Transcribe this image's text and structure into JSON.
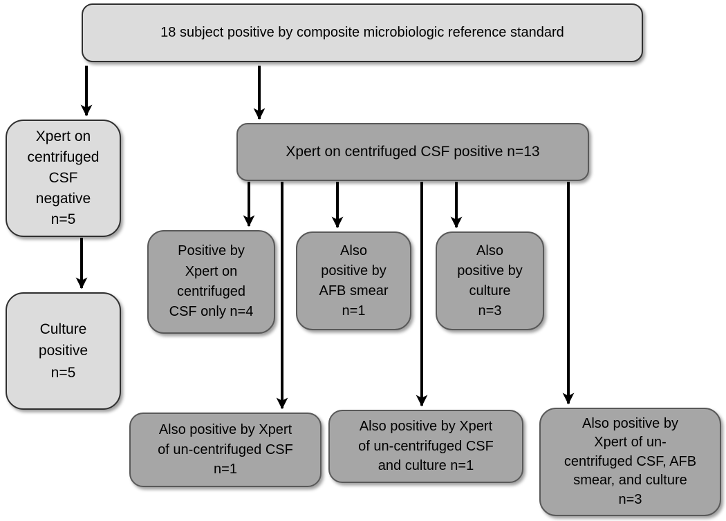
{
  "colors": {
    "background": "#ffffff",
    "light_box_fill": "#dcdcdc",
    "dark_box_fill": "#a6a6a6",
    "light_box_border": "#2f2f2f",
    "dark_box_border": "#595959",
    "arrow": "#000000",
    "text": "#000000"
  },
  "diagram": {
    "type": "flowchart",
    "nodes": [
      {
        "id": "root",
        "tone": "light",
        "label": "18 subject positive by composite microbiologic reference standard"
      },
      {
        "id": "xpert-centrifuged-negative",
        "tone": "light",
        "label": "Xpert on\ncentrifuged\nCSF\nnegative\nn=5"
      },
      {
        "id": "culture-positive",
        "tone": "light",
        "label": "Culture\npositive\nn=5"
      },
      {
        "id": "xpert-centrifuged-positive",
        "tone": "dark",
        "label": "Xpert on centrifuged CSF positive n=13"
      },
      {
        "id": "positive-xpert-centrifuged-only",
        "tone": "dark",
        "label": "Positive by\nXpert on\ncentrifuged\nCSF only n=4"
      },
      {
        "id": "also-positive-afb-smear",
        "tone": "dark",
        "label": "Also\npositive by\nAFB smear\nn=1"
      },
      {
        "id": "also-positive-culture",
        "tone": "dark",
        "label": "Also\npositive by\nculture\nn=3"
      },
      {
        "id": "also-positive-xpert-uncentrifuged",
        "tone": "dark",
        "label": "Also positive by Xpert\nof un-centrifuged CSF\nn=1"
      },
      {
        "id": "also-positive-xpert-uncentrifuged-culture",
        "tone": "dark",
        "label": "Also positive by Xpert\nof un-centrifuged CSF\nand culture n=1"
      },
      {
        "id": "also-positive-xpert-uncentrifuged-afb-culture",
        "tone": "dark",
        "label": "Also positive by\nXpert of un-\ncentrifuged CSF, AFB\nsmear, and culture\nn=3"
      }
    ],
    "edges": [
      {
        "from": "root",
        "to": "xpert-centrifuged-negative"
      },
      {
        "from": "root",
        "to": "xpert-centrifuged-positive"
      },
      {
        "from": "xpert-centrifuged-negative",
        "to": "culture-positive"
      },
      {
        "from": "xpert-centrifuged-positive",
        "to": "positive-xpert-centrifuged-only"
      },
      {
        "from": "xpert-centrifuged-positive",
        "to": "also-positive-xpert-uncentrifuged"
      },
      {
        "from": "xpert-centrifuged-positive",
        "to": "also-positive-afb-smear"
      },
      {
        "from": "xpert-centrifuged-positive",
        "to": "also-positive-xpert-uncentrifuged-culture"
      },
      {
        "from": "xpert-centrifuged-positive",
        "to": "also-positive-culture"
      },
      {
        "from": "xpert-centrifuged-positive",
        "to": "also-positive-xpert-uncentrifuged-afb-culture"
      }
    ]
  }
}
